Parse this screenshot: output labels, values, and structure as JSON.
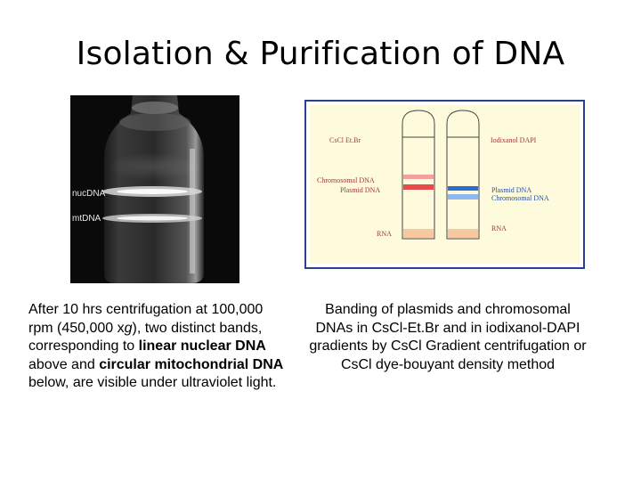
{
  "slide": {
    "title": "Isolation & Purification of DNA"
  },
  "photo": {
    "label_nuc": "nucDNA",
    "label_mt": "mtDNA"
  },
  "diagram": {
    "left_tube_label": "CsCl Et.Br",
    "right_tube_label": "Iodixanol DAPI",
    "left_band1": "Chromosomal DNA",
    "left_band2": "Plasmid DNA",
    "left_rna": "RNA",
    "right_band1": "Plasmid DNA",
    "right_band2": "Chromosomal DNA",
    "right_rna": "RNA",
    "colors": {
      "chromosomal_left": "#f4a0a0",
      "plasmid_left": "#e84a4a",
      "plasmid_right": "#2f6bd0",
      "chromosomal_right": "#8fb8ee",
      "rna": "#f8c8a0",
      "frame": "#2b3f8f",
      "background": "#fefbdc"
    }
  },
  "left_caption": {
    "p1": "After 10 hrs centrifugation at 100,000 rpm (450,000 x",
    "g": "g",
    "p2": "), two distinct bands, corresponding to ",
    "b1": "linear nuclear DNA",
    "p3": " above and ",
    "b2": "circular mitochondrial DNA",
    "p4": " below, are visible under ultraviolet light."
  },
  "right_caption": "Banding of plasmids and chromosomal DNAs in CsCl-Et.Br and in iodixanol-DAPI gradients by CsCl Gradient centrifugation or CsCl dye-bouyant density method"
}
